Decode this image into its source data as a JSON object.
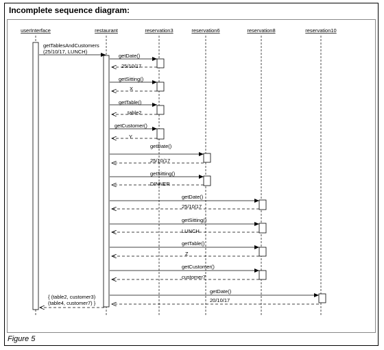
{
  "title": "Incomplete sequence diagram:",
  "caption": "Figure 5",
  "lifelines": [
    {
      "id": "ui",
      "name": "userInterface"
    },
    {
      "id": "rest",
      "name": "restaurant"
    },
    {
      "id": "r3",
      "name": "reservation3"
    },
    {
      "id": "r6",
      "name": "reservation6"
    },
    {
      "id": "r8",
      "name": "reservation8"
    },
    {
      "id": "r10",
      "name": "reservation10"
    }
  ],
  "messages": [
    {
      "from": "ui",
      "to": "rest",
      "kind": "call",
      "label": "getTablesAndCustomers (25/10/17, LUNCH)"
    },
    {
      "from": "rest",
      "to": "r3",
      "kind": "call",
      "label": "getDate()"
    },
    {
      "from": "r3",
      "to": "rest",
      "kind": "return",
      "label": "25/10/17"
    },
    {
      "from": "rest",
      "to": "r3",
      "kind": "call",
      "label": "getSitting()"
    },
    {
      "from": "r3",
      "to": "rest",
      "kind": "return",
      "label": "X"
    },
    {
      "from": "rest",
      "to": "r3",
      "kind": "call",
      "label": "getTable()"
    },
    {
      "from": "r3",
      "to": "rest",
      "kind": "return",
      "label": "table2"
    },
    {
      "from": "rest",
      "to": "r3",
      "kind": "call",
      "label": "getCustomer()"
    },
    {
      "from": "r3",
      "to": "rest",
      "kind": "return",
      "label": "Y"
    },
    {
      "from": "rest",
      "to": "r6",
      "kind": "call",
      "label": "getDate()"
    },
    {
      "from": "r6",
      "to": "rest",
      "kind": "return",
      "label": "25/10/17"
    },
    {
      "from": "rest",
      "to": "r6",
      "kind": "call",
      "label": "getSitting()"
    },
    {
      "from": "r6",
      "to": "rest",
      "kind": "return",
      "label": "DINNER"
    },
    {
      "from": "rest",
      "to": "r8",
      "kind": "call",
      "label": "getDate()"
    },
    {
      "from": "r8",
      "to": "rest",
      "kind": "return",
      "label": "25/10/17"
    },
    {
      "from": "rest",
      "to": "r8",
      "kind": "call",
      "label": "getSitting()"
    },
    {
      "from": "r8",
      "to": "rest",
      "kind": "return",
      "label": "LUNCH"
    },
    {
      "from": "rest",
      "to": "r8",
      "kind": "call",
      "label": "getTable()"
    },
    {
      "from": "r8",
      "to": "rest",
      "kind": "return",
      "label": "Z"
    },
    {
      "from": "rest",
      "to": "r8",
      "kind": "call",
      "label": "getCustomer()"
    },
    {
      "from": "r8",
      "to": "rest",
      "kind": "return",
      "label": "customer7"
    },
    {
      "from": "rest",
      "to": "r10",
      "kind": "call",
      "label": "getDate()"
    },
    {
      "from": "r10",
      "to": "rest",
      "kind": "return",
      "label": "20/10/17"
    },
    {
      "from": "rest",
      "to": "ui",
      "kind": "return",
      "label": "{ (table2, customer3) (table4, customer7) }"
    }
  ]
}
